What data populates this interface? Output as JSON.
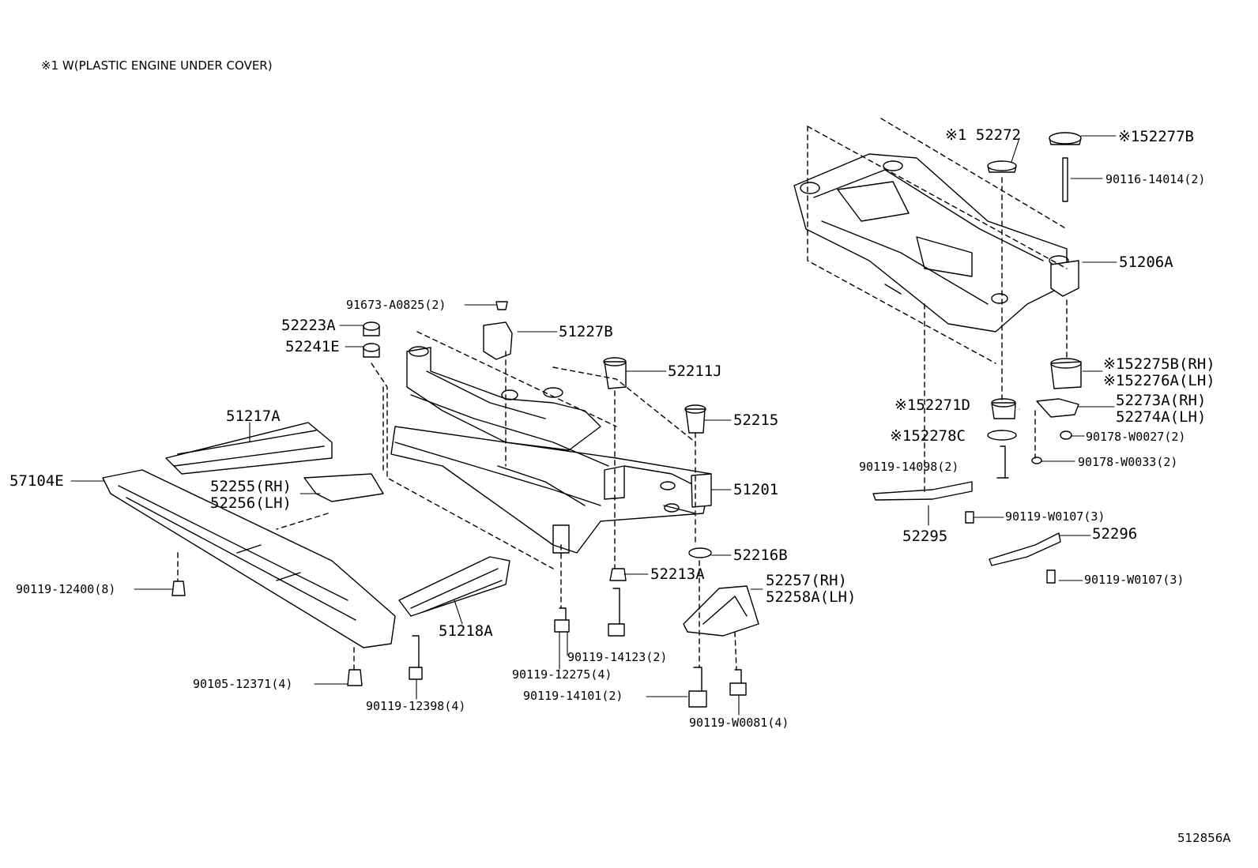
{
  "note": "※1 W(PLASTIC ENGINE UNDER COVER)",
  "reference": "512856A",
  "labels": [
    "91673-A0825(2)",
    "52223A",
    "52241E",
    "51227B",
    "52211J",
    "52215",
    "51201",
    "51217A",
    "57104E",
    "52255(RH)",
    "52256(LH)",
    "52216B",
    "52213A",
    "52257(RH)",
    "52258A(LH)",
    "51218A",
    "90119-12400(8)",
    "90105-12371(4)",
    "90119-12398(4)",
    "90119-14123(2)",
    "90119-12275(4)",
    "90119-14101(2)",
    "90119-W0081(4)",
    "※1 52272",
    "※152277B",
    "90116-14014(2)",
    "51206A",
    "※152275B(RH)",
    "※152276A(LH)",
    "52273A(RH)",
    "52274A(LH)",
    "※152271D",
    "※152278C",
    "90178-W0027(2)",
    "90178-W0033(2)",
    "90119-14098(2)",
    "90119-W0107(3)",
    "52295",
    "52296",
    "90119-W0107(3)"
  ]
}
